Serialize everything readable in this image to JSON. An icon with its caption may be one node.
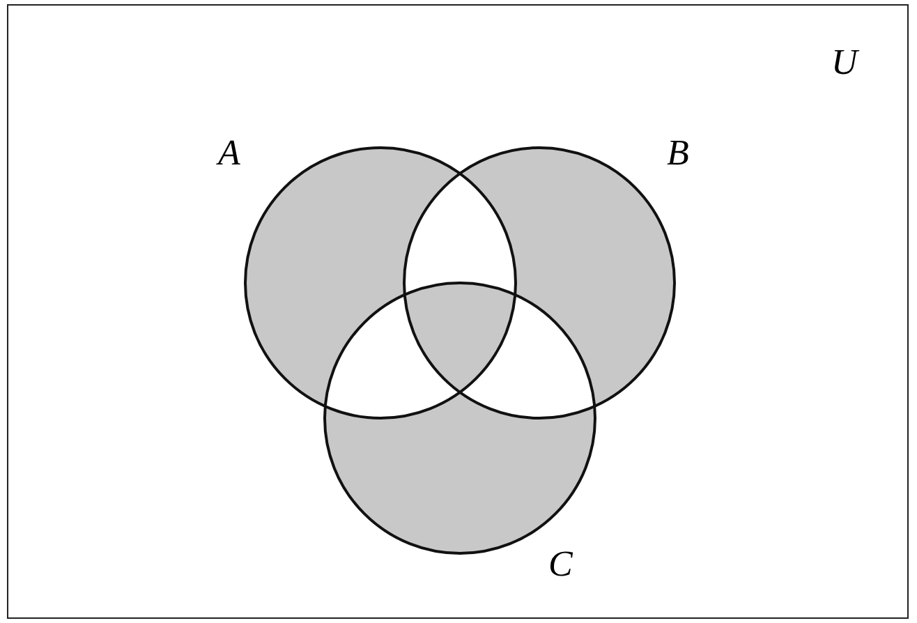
{
  "diagram": {
    "nodes": [
      {
        "text": [
          "U"
        ]
      },
      {
        "text": [
          "A"
        ],
        "in": 0
      },
      {
        "text": [
          "B"
        ],
        "in": 0
      },
      {
        "text": [
          "C"
        ],
        "in": 0
      }
    ]
  }
}
